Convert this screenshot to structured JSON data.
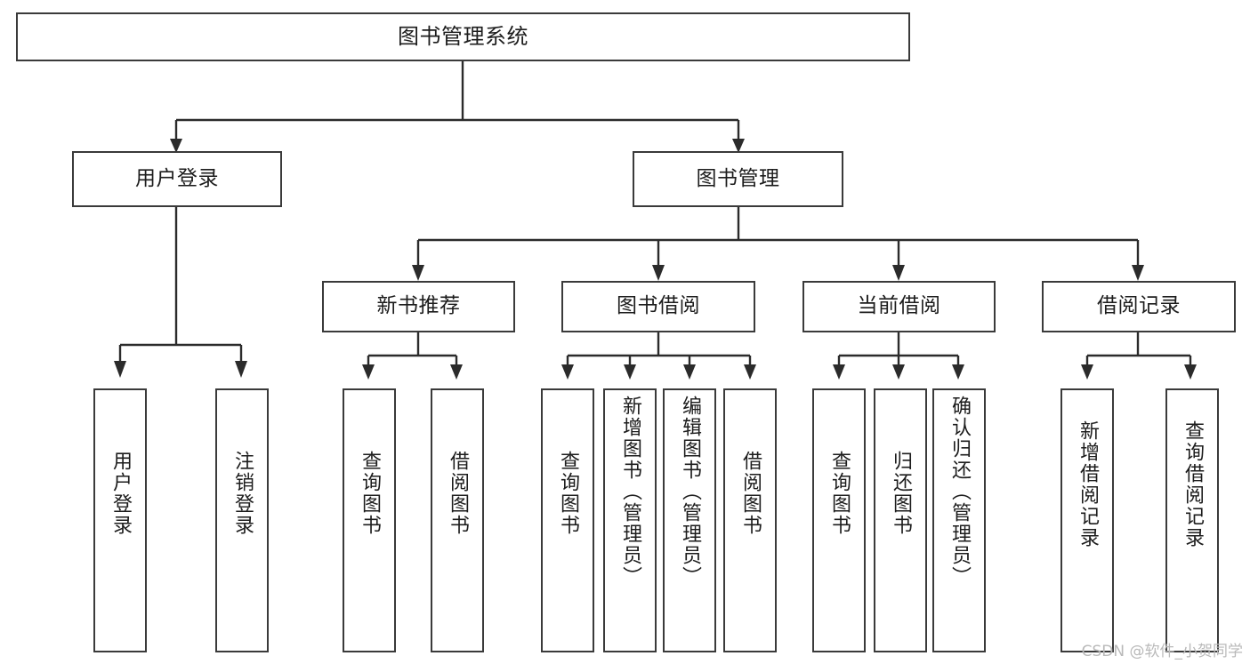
{
  "diagram": {
    "title": "图书管理系统",
    "type": "tree",
    "root": {
      "label": "图书管理系统"
    },
    "level2": [
      {
        "label": "用户登录"
      },
      {
        "label": "图书管理"
      }
    ],
    "level3": [
      {
        "label": "新书推荐"
      },
      {
        "label": "图书借阅"
      },
      {
        "label": "当前借阅"
      },
      {
        "label": "借阅记录"
      }
    ],
    "leaves": {
      "user_login": [
        {
          "label": "用户登录"
        },
        {
          "label": "注销登录"
        }
      ],
      "new_book_recommend": [
        {
          "label": "查询图书"
        },
        {
          "label": "借阅图书"
        }
      ],
      "book_borrow": [
        {
          "label": "查询图书"
        },
        {
          "label": "新增图书（管理员）"
        },
        {
          "label": "编辑图书（管理员）"
        },
        {
          "label": "借阅图书"
        }
      ],
      "current_borrow": [
        {
          "label": "查询图书"
        },
        {
          "label": "归还图书"
        },
        {
          "label": "确认归还（管理员）"
        }
      ],
      "borrow_record": [
        {
          "label": "新增借阅记录"
        },
        {
          "label": "查询借阅记录"
        }
      ]
    }
  },
  "watermark": {
    "text": "CSDN @软件_小贺同学"
  },
  "colors": {
    "box_border": "#3a3a3a",
    "connector": "#2b2b2b",
    "text": "#1c1c1c",
    "background": "#ffffff",
    "watermark": "#b9b9b9"
  }
}
